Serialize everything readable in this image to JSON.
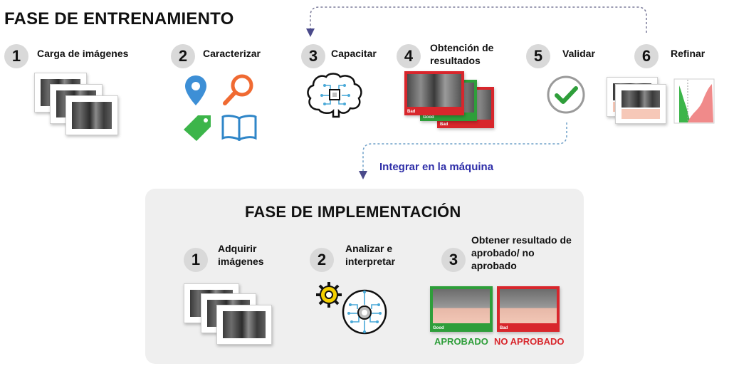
{
  "training": {
    "title": "FASE DE ENTRENAMIENTO",
    "steps": [
      {
        "num": "1",
        "label": "Carga de imágenes"
      },
      {
        "num": "2",
        "label": "Caracterizar"
      },
      {
        "num": "3",
        "label": "Capacitar"
      },
      {
        "num": "4",
        "label": "Obtención de resultados"
      },
      {
        "num": "5",
        "label": "Validar"
      },
      {
        "num": "6",
        "label": "Refinar"
      }
    ]
  },
  "connector": {
    "label": "Integrar en la máquina"
  },
  "implementation": {
    "title": "FASE DE IMPLEMENTACIÓN",
    "steps": [
      {
        "num": "1",
        "label": "Adquirir imágenes"
      },
      {
        "num": "2",
        "label": "Analizar e interpretar"
      },
      {
        "num": "3",
        "label": "Obtener resultado de aprobado/ no aprobado"
      }
    ],
    "approved_label": "APROBADO",
    "rejected_label": "NO APROBADO",
    "good_tag": "Good",
    "bad_tag": "Bad"
  },
  "colors": {
    "accent_blue": "#2e2ea8",
    "green": "#2e9e3a",
    "red": "#d8262c",
    "pin_blue": "#3d8fd6",
    "magnifier_orange": "#f06a32",
    "tag_green": "#3cb54a",
    "book_blue": "#2f86c8",
    "circuit_blue": "#4aa9d8",
    "gear_yellow": "#f5d000"
  },
  "icons": [
    "map-pin-icon",
    "magnifier-icon",
    "tag-icon",
    "book-icon",
    "brain-chip-icon",
    "check-circle-icon",
    "gears-icon"
  ]
}
